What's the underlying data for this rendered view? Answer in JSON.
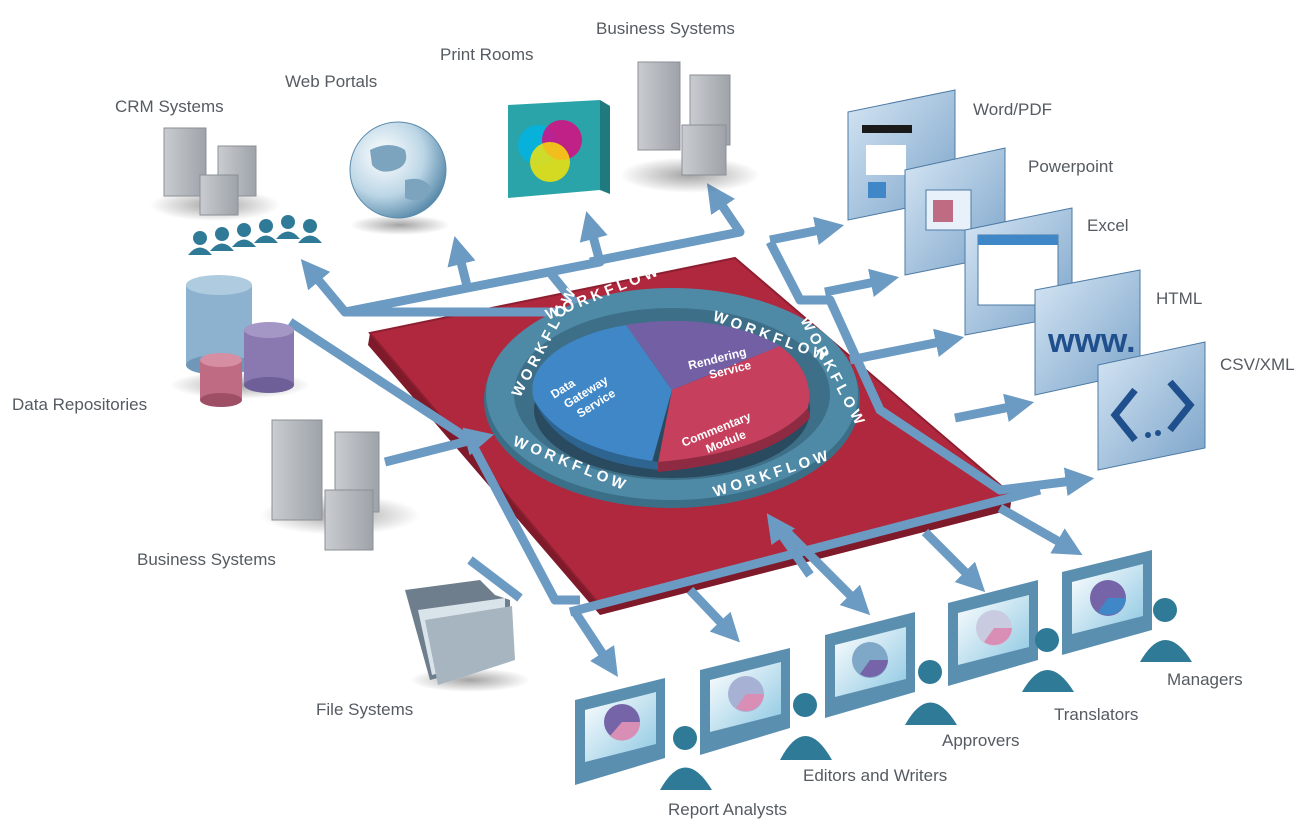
{
  "colors": {
    "platform": "#b0283d",
    "pipe": "#6b9ac2",
    "ring": "#4e89a5",
    "slice_data": "#3f87c6",
    "slice_render": "#735fa4",
    "slice_comment": "#c63f5c",
    "person": "#2f7a97"
  },
  "hub": {
    "ring_word": "WORKFLOW",
    "data_gateway": [
      "Data",
      "Gateway",
      "Service"
    ],
    "rendering": [
      "Rendering",
      "Service"
    ],
    "commentary": [
      "Commentary",
      "Module"
    ]
  },
  "sources": {
    "crm": "CRM Systems",
    "web": "Web Portals",
    "print": "Print Rooms",
    "business_top": "Business Systems",
    "data_repositories": "Data Repositories",
    "business_left": "Business Systems",
    "file_systems": "File Systems"
  },
  "outputs": {
    "word": "Word/PDF",
    "ppt": "Powerpoint",
    "excel": "Excel",
    "html": "HTML",
    "csv": "CSV/XML",
    "www_text": "www."
  },
  "users": {
    "analysts": "Report Analysts",
    "editors": "Editors and Writers",
    "approvers": "Approvers",
    "translators": "Translators",
    "managers": "Managers"
  }
}
